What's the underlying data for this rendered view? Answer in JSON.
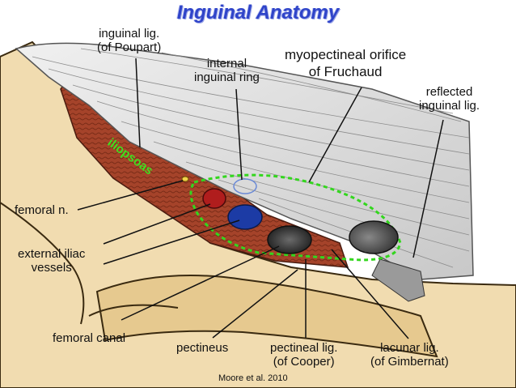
{
  "title": "Inguinal Anatomy",
  "muscle_label": "iliopsoas",
  "labels": {
    "inguinal_lig": "inguinal lig.\n(of Poupart)",
    "internal_ring": "internal\ninguinal ring",
    "myopectineal": "myopectineal orifice\nof Fruchaud",
    "reflected": "reflected\ninguinal lig.",
    "femoral_n": "femoral n.",
    "external_iliac": "external iliac\nvessels",
    "femoral_canal": "femoral canal",
    "pectineus": "pectineus",
    "pectineal_lig": "pectineal lig.\n(of Cooper)",
    "lacunar_lig": "lacunar lig.\n(of Gimbernat)"
  },
  "citation": "Moore et al. 2010",
  "watermark": "",
  "colors": {
    "title": "#2f44c9",
    "bone": "#f1dcb0",
    "muscle": "#a5432a",
    "ligament": "#dcdcdc",
    "orifice_outline": "#33d61e",
    "artery": "#b01d1d",
    "vein": "#1c3ba5",
    "canal": "#2a2a2a",
    "muscle_label": "#3fe01f"
  }
}
